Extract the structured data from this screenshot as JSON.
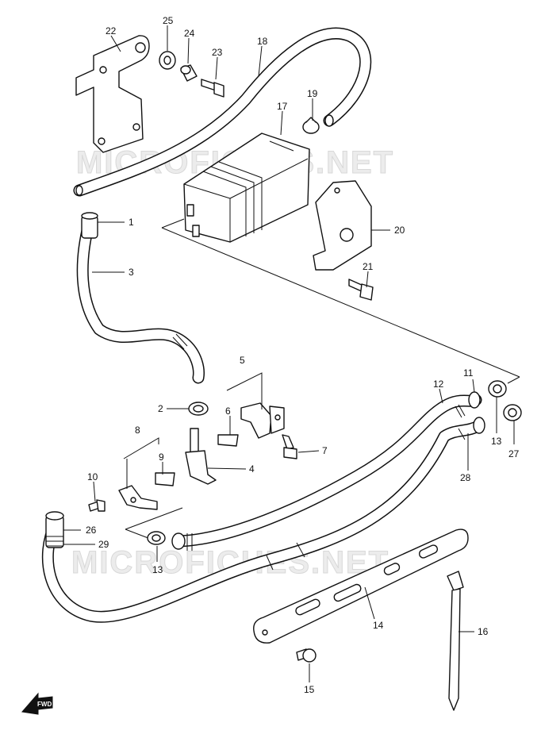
{
  "watermark": "MICROFICHES.NET",
  "fwd_label": "FWD",
  "callouts": {
    "c1": "1",
    "c2": "2",
    "c3": "3",
    "c4": "4",
    "c5": "5",
    "c6": "6",
    "c7": "7",
    "c8": "8",
    "c9": "9",
    "c10": "10",
    "c11": "11",
    "c12": "12",
    "c13a": "13",
    "c13b": "13",
    "c14": "14",
    "c15": "15",
    "c16": "16",
    "c17": "17",
    "c18": "18",
    "c19": "19",
    "c20": "20",
    "c21": "21",
    "c22": "22",
    "c23": "23",
    "c24": "24",
    "c25": "25",
    "c26": "26",
    "c27": "27",
    "c28": "28",
    "c29": "29"
  }
}
